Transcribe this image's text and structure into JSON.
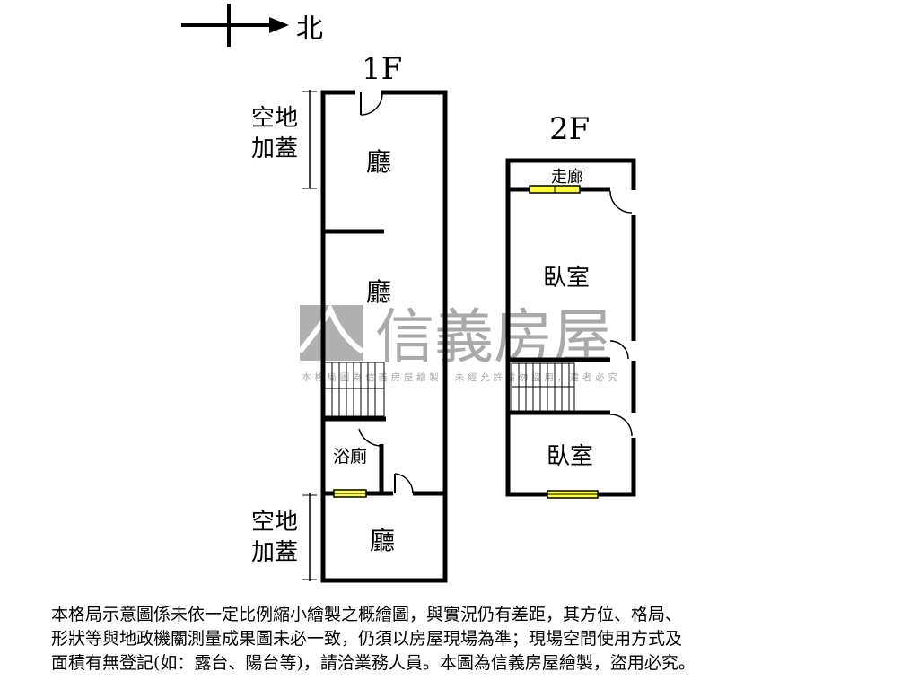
{
  "compass": {
    "label": "北"
  },
  "floor1": {
    "title": "1F",
    "rooms": [
      "廳",
      "廳",
      "浴廁",
      "廳"
    ],
    "annex_top": [
      "空地",
      "加蓋"
    ],
    "annex_bottom": [
      "空地",
      "加蓋"
    ]
  },
  "floor2": {
    "title": "2F",
    "rooms": [
      "走廊",
      "臥室",
      "臥室"
    ]
  },
  "watermark": {
    "brand": "信義房屋",
    "notice": "本格局圖為信義房屋繪製，未經允許請勿盜用，違者必究"
  },
  "disclaimer": [
    "本格局示意圖係未依一定比例縮小繪製之概繪圖，與實況仍有差距，其方位、格局、",
    "形狀等與地政機關測量成果圖未必一致，仍須以房屋現場為準；現場空間使用方式及",
    "面積有無登記(如：露台、陽台等)，請洽業務人員。本圖為信義房屋繪製，盜用必究。"
  ],
  "colors": {
    "wall": "#000000",
    "window": "#ffff33",
    "watermark": "#a0a0a0"
  }
}
